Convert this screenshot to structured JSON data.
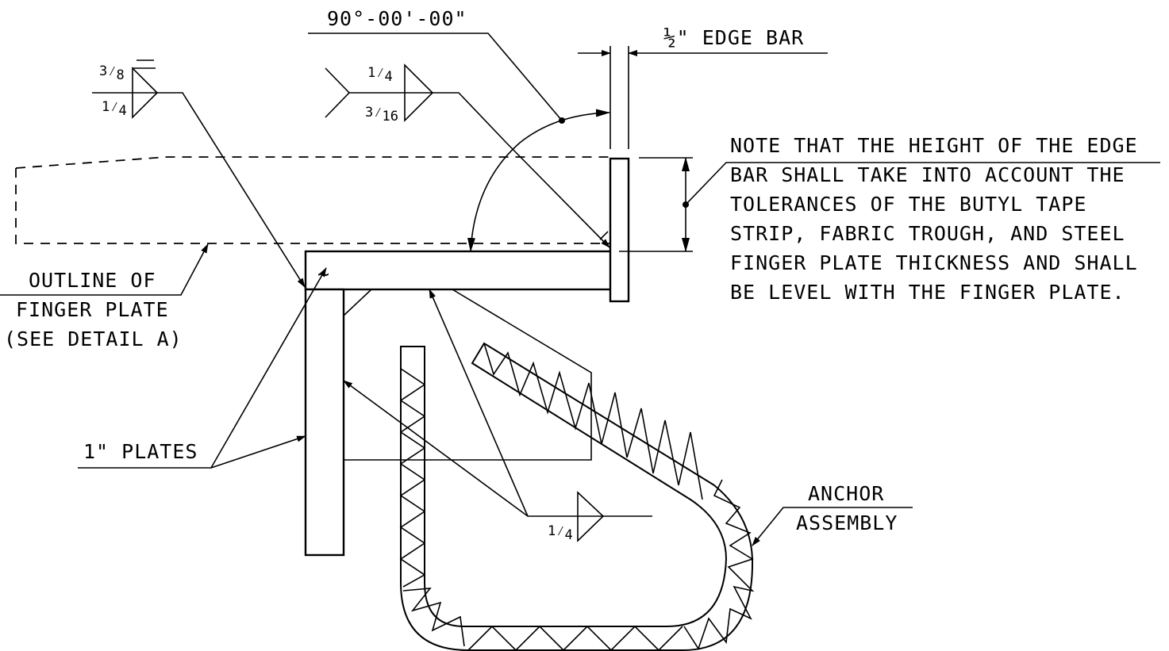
{
  "angle": "90°-00'-00\"",
  "edge_bar": {
    "frac": "½",
    "text": "\" EDGE BAR"
  },
  "note": {
    "lines": [
      "NOTE THAT THE HEIGHT OF THE EDGE",
      "BAR SHALL TAKE INTO ACCOUNT THE",
      "TOLERANCES OF THE BUTYL TAPE",
      "STRIP, FABRIC TROUGH, AND STEEL",
      "FINGER PLATE THICKNESS AND SHALL",
      "BE LEVEL WITH THE FINGER PLATE."
    ]
  },
  "outline": {
    "lines": [
      "OUTLINE OF",
      "FINGER PLATE",
      "(SEE DETAIL A)"
    ]
  },
  "plates": "1\" PLATES",
  "anchor": {
    "lines": [
      "ANCHOR",
      "ASSEMBLY"
    ]
  },
  "weld_left": {
    "top_num": "3",
    "top_den": "8",
    "bot_num": "1",
    "bot_den": "4"
  },
  "weld_mid": {
    "top_num": "1",
    "top_den": "4",
    "bot_num": "3",
    "bot_den": "16"
  },
  "weld_bottom": {
    "num": "1",
    "den": "4"
  },
  "tilde": "~"
}
